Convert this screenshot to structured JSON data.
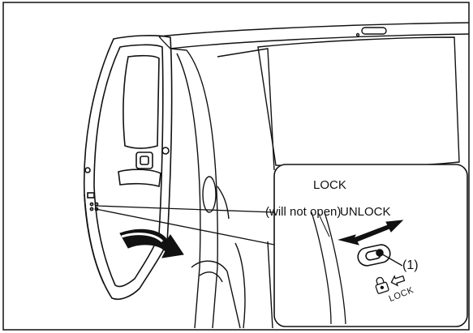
{
  "figure": {
    "labels": {
      "lock": "LOCK",
      "will_not_open": "(will not open)",
      "unlock": "UNLOCK",
      "callout_number": "(1)",
      "lock_icon_text": "LOCK"
    },
    "colors": {
      "stroke": "#111111",
      "background": "#ffffff",
      "arrow": "#111111"
    },
    "icons": [
      "padlock-icon",
      "left-arrow-icon",
      "double-headed-arrow-icon",
      "curved-arrow-icon"
    ]
  }
}
